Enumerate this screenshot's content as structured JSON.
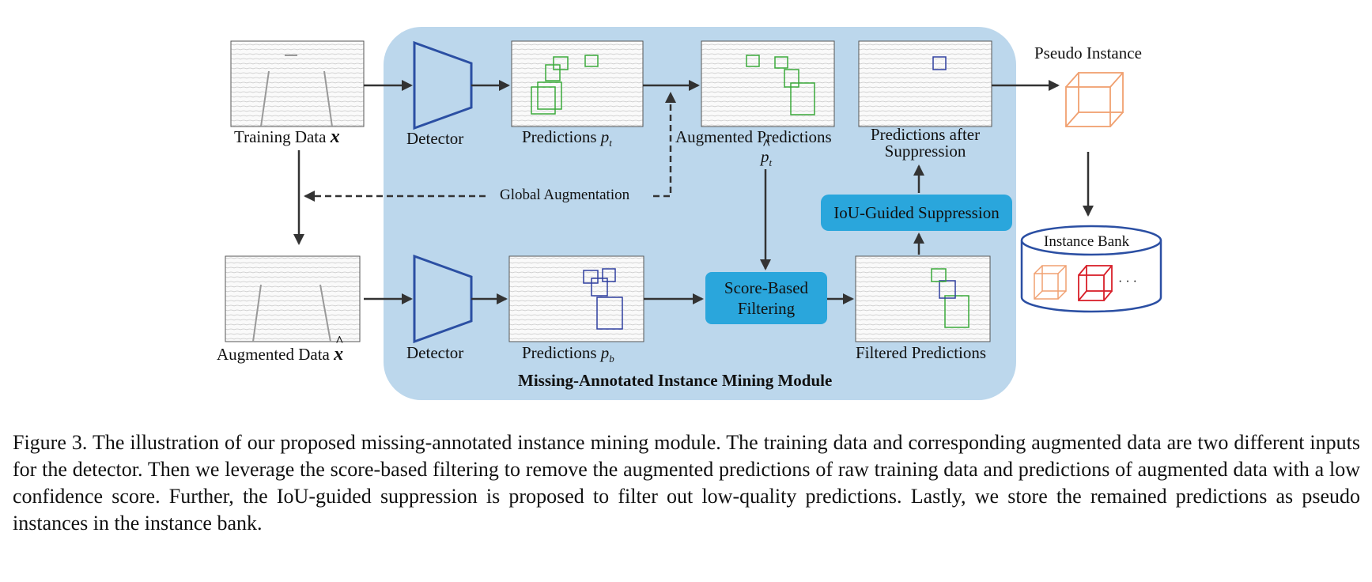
{
  "diagram": {
    "module_title": "Missing-Annotated Instance Mining Module",
    "nodes": {
      "training_data": {
        "label": "Training Data",
        "var": "x"
      },
      "augmented_data": {
        "label": "Augmented Data",
        "var": "x"
      },
      "detector_top": {
        "label": "Detector"
      },
      "detector_bottom": {
        "label": "Detector"
      },
      "predictions_top": {
        "label": "Predictions",
        "sub": "p",
        "subscript": "t"
      },
      "predictions_bottom": {
        "label": "Predictions",
        "sub": "p",
        "subscript": "b"
      },
      "augmented_predictions": {
        "label": "Augmented Predictions",
        "sub": "p",
        "subscript": "t"
      },
      "predictions_after": {
        "line1": "Predictions after",
        "line2": "Suppression"
      },
      "filtered_predictions": {
        "label": "Filtered Predictions"
      },
      "score_filter": {
        "line1": "Score-Based",
        "line2": "Filtering"
      },
      "iou_suppression": {
        "label": "IoU-Guided Suppression"
      },
      "global_augmentation": {
        "label": "Global Augmentation"
      },
      "pseudo_instance": {
        "label": "Pseudo Instance"
      },
      "instance_bank": {
        "label": "Instance Bank",
        "ellipsis": "· · ·"
      }
    },
    "colors": {
      "module_bg": "#bcd7ec",
      "process_box": "#2aa6dc",
      "detector": "#2b4fa3",
      "green_box": "#3aa93a",
      "blue_box": "#2f3fa0",
      "orange_box": "#f0a070",
      "red_box": "#d8202a",
      "arrow": "#333333"
    }
  },
  "caption": "Figure 3.  The illustration of our proposed missing-annotated instance mining module.  The training data and corresponding augmented data are two different inputs for the detector.  Then we leverage the score-based filtering to remove the augmented predictions of raw training data and predictions of augmented data with a low confidence score. Further, the IoU-guided suppression is proposed to filter out low-quality predictions. Lastly, we store the remained predictions as pseudo instances in the instance bank."
}
